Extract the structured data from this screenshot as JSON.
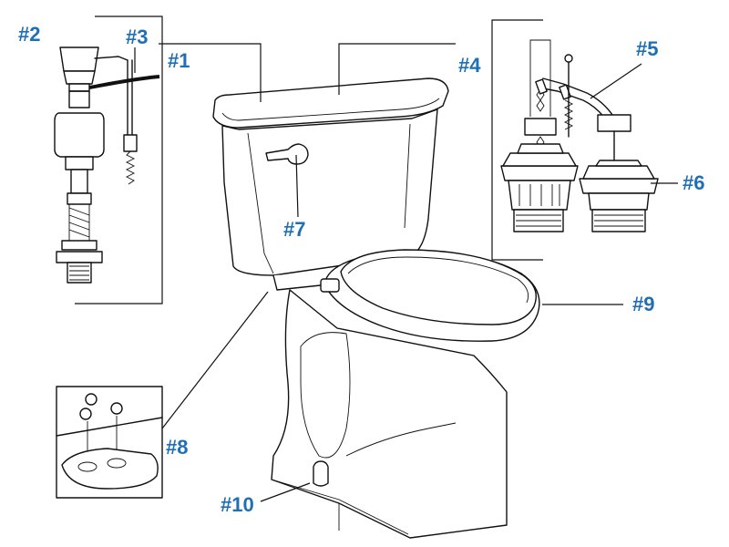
{
  "accent_color": "#1f6fb5",
  "line_color": "#111111",
  "callouts": [
    {
      "id": "1",
      "label": "#1",
      "part": "tank-lid"
    },
    {
      "id": "2",
      "label": "#2",
      "part": "fill-valve"
    },
    {
      "id": "3",
      "label": "#3",
      "part": "refill-tube"
    },
    {
      "id": "4",
      "label": "#4",
      "part": "flush-valve-assembly"
    },
    {
      "id": "5",
      "label": "#5",
      "part": "flapper-chain"
    },
    {
      "id": "6",
      "label": "#6",
      "part": "flush-valve-seal"
    },
    {
      "id": "7",
      "label": "#7",
      "part": "trip-lever"
    },
    {
      "id": "8",
      "label": "#8",
      "part": "tank-to-bowl-bolts"
    },
    {
      "id": "9",
      "label": "#9",
      "part": "toilet-seat"
    },
    {
      "id": "10",
      "label": "#10",
      "part": "bolt-cap"
    }
  ]
}
